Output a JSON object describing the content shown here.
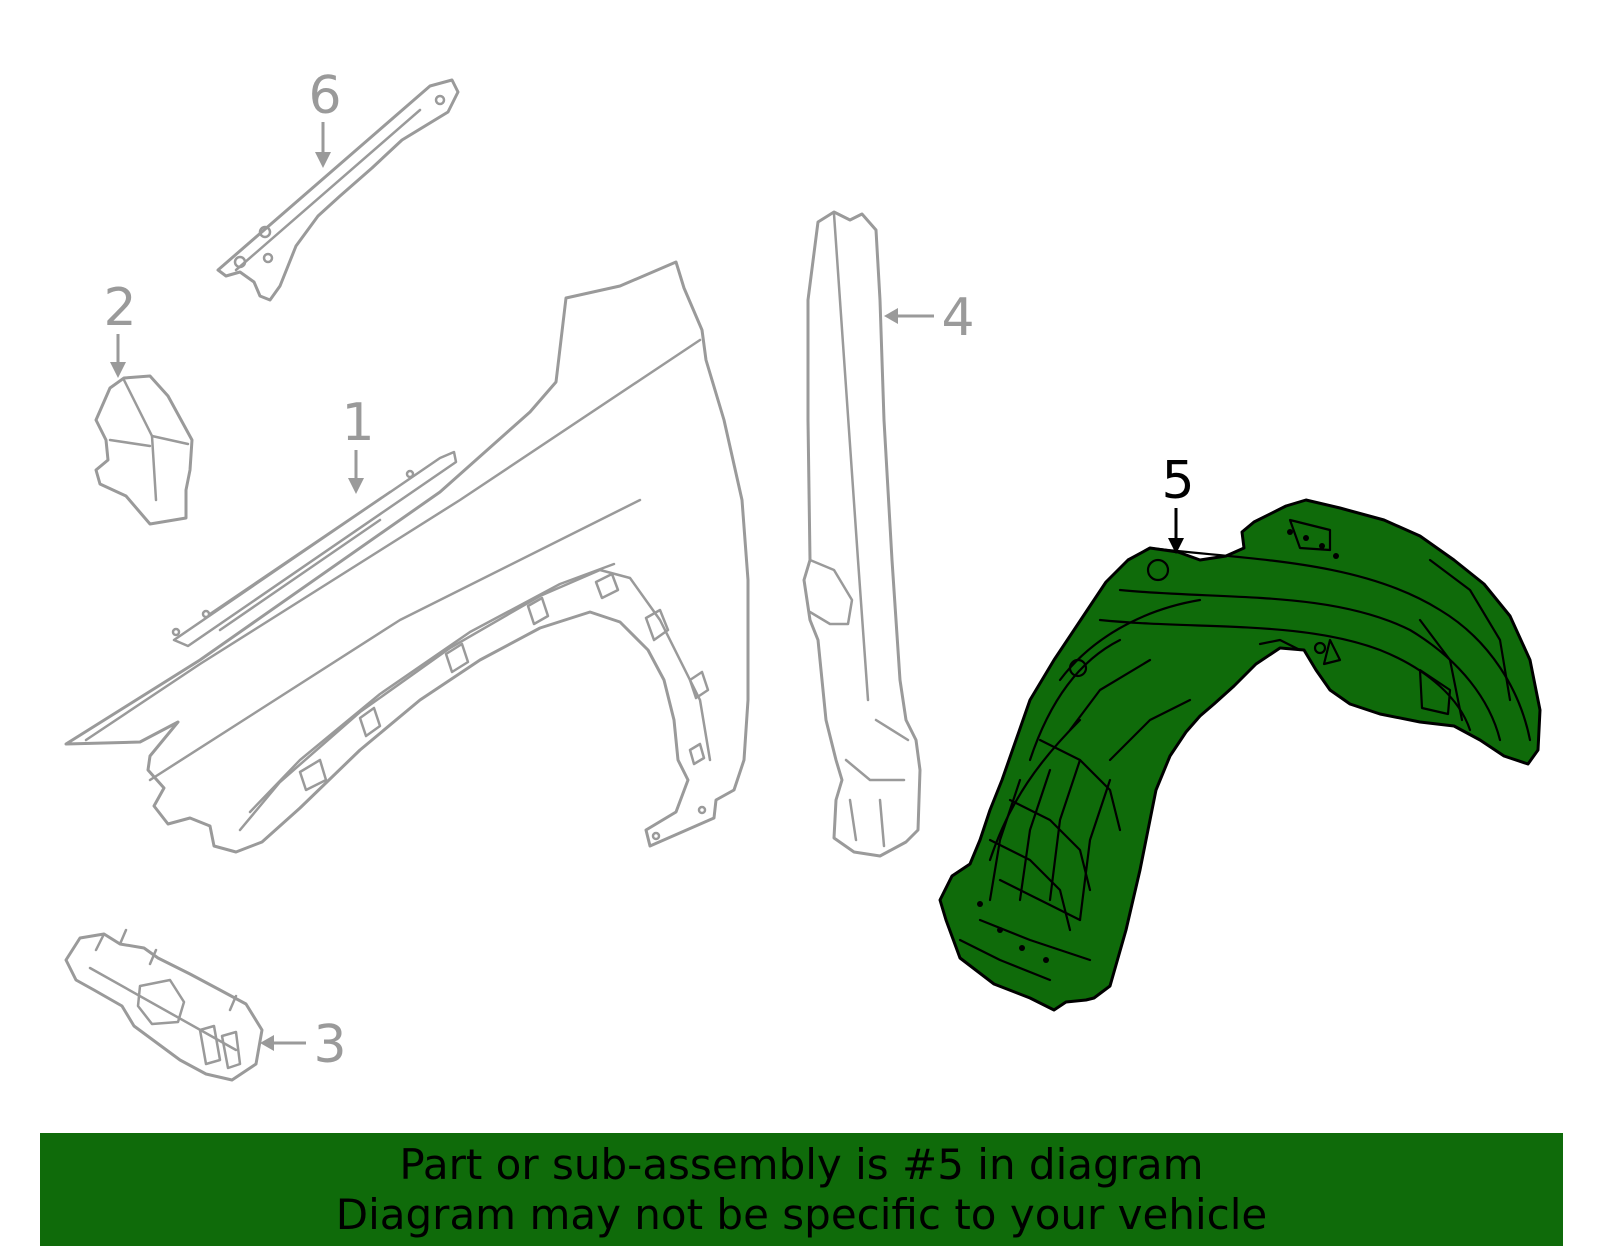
{
  "callouts": [
    {
      "id": "1",
      "label": "1"
    },
    {
      "id": "2",
      "label": "2"
    },
    {
      "id": "3",
      "label": "3"
    },
    {
      "id": "4",
      "label": "4"
    },
    {
      "id": "5",
      "label": "5"
    },
    {
      "id": "6",
      "label": "6"
    }
  ],
  "highlighted_part": "5",
  "colors": {
    "highlight_fill": "#0f6b0a",
    "outline_gray": "#9a9a9a",
    "highlight_outline": "#000000",
    "footer_background": "#0f6b0a"
  },
  "footer": {
    "line1": "Part or sub-assembly is #5 in diagram",
    "line2": "Diagram may not be specific to your vehicle"
  }
}
